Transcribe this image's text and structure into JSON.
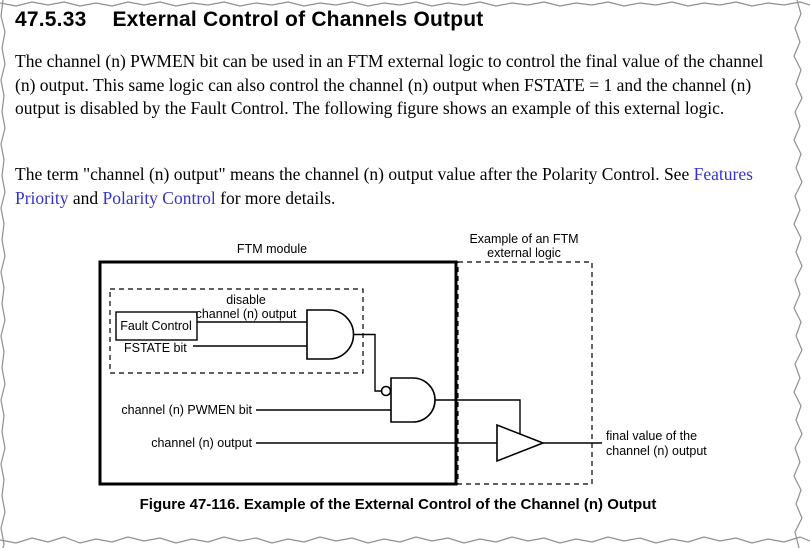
{
  "page": {
    "heading_number": "47.5.33",
    "heading_title": "External Control of Channels Output",
    "para1": "The channel (n) PWMEN bit can be used in an FTM external logic to control the final value of the channel (n) output. This same logic can also control the channel (n) output when FSTATE = 1 and the channel (n) output is disabled by the Fault Control. The following figure shows an example of this external logic.",
    "para2_prefix": "The term \"channel (n) output\" means the channel (n) output value after the Polarity Control. See ",
    "link_features": "Features Priority",
    "para2_mid": " and ",
    "link_polarity": "Polarity Control",
    "para2_suffix": " for more details.",
    "caption": "Figure 47-116. Example of the External Control of the Channel (n) Output",
    "link_color": "#3333cc"
  },
  "diagram": {
    "ftm_module_label": "FTM module",
    "external_logic_label_line1": "Example of an FTM",
    "external_logic_label_line2": "external logic",
    "fault_control_label": "Fault Control",
    "disable_label_line1": "disable",
    "disable_label_line2": "channel (n) output",
    "fstate_label": "FSTATE bit",
    "pwmen_label": "channel (n) PWMEN bit",
    "channel_output_label": "channel (n) output",
    "final_value_line1": "final value of the",
    "final_value_line2": "channel (n) output"
  }
}
